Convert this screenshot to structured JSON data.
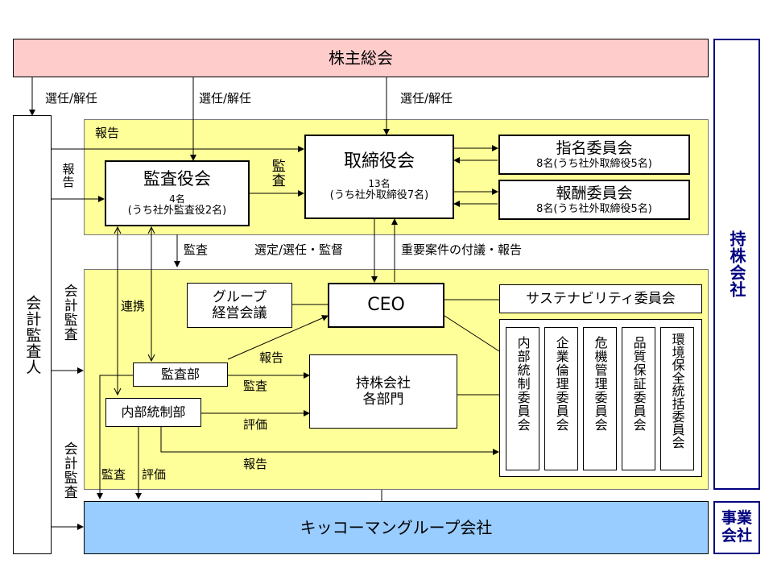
{
  "shareholders": "株主総会",
  "holding_company": "持株会社",
  "operating_companies": "事業会社",
  "auditor": "会計監査人",
  "board": {
    "title": "取締役会",
    "count": "13名",
    "detail": "(うち社外取締役7名)"
  },
  "audit_board": {
    "title": "監査役会",
    "count": "4名",
    "detail": "(うち社外監査役2名)"
  },
  "nomination": {
    "title": "指名委員会",
    "detail": "8名(うち社外取締役5名)"
  },
  "compensation": {
    "title": "報酬委員会",
    "detail": "8名(うち社外取締役5名)"
  },
  "ceo": "CEO",
  "group_mgmt": {
    "line1": "グループ",
    "line2": "経営会議"
  },
  "sustainability": "サステナビリティ委員会",
  "internal_audit": "監査部",
  "internal_control": "内部統制部",
  "depts": {
    "line1": "持株会社",
    "line2": "各部門"
  },
  "group_companies": "キッコーマングループ会社",
  "committees": [
    "内部統制委員会",
    "企業倫理委員会",
    "危機管理委員会",
    "品質保証委員会",
    "環境保全統括委員会"
  ],
  "labels": {
    "elect1": "選任/解任",
    "elect2": "選任/解任",
    "elect3": "選任/解任",
    "report_top": "報告",
    "report_side": "報告",
    "audit_vertical": "監査",
    "audit_mid": "監査",
    "select": "選定/選任・監督",
    "important": "重要案件の付議・報告",
    "acct_audit1": "会計監査",
    "acct_audit2": "会計監査",
    "cooperation": "連携",
    "report_ia": "報告",
    "audit_ia": "監査",
    "eval_ic": "評価",
    "report_ic": "報告",
    "audit_bottom": "監査",
    "eval_bottom": "評価"
  }
}
